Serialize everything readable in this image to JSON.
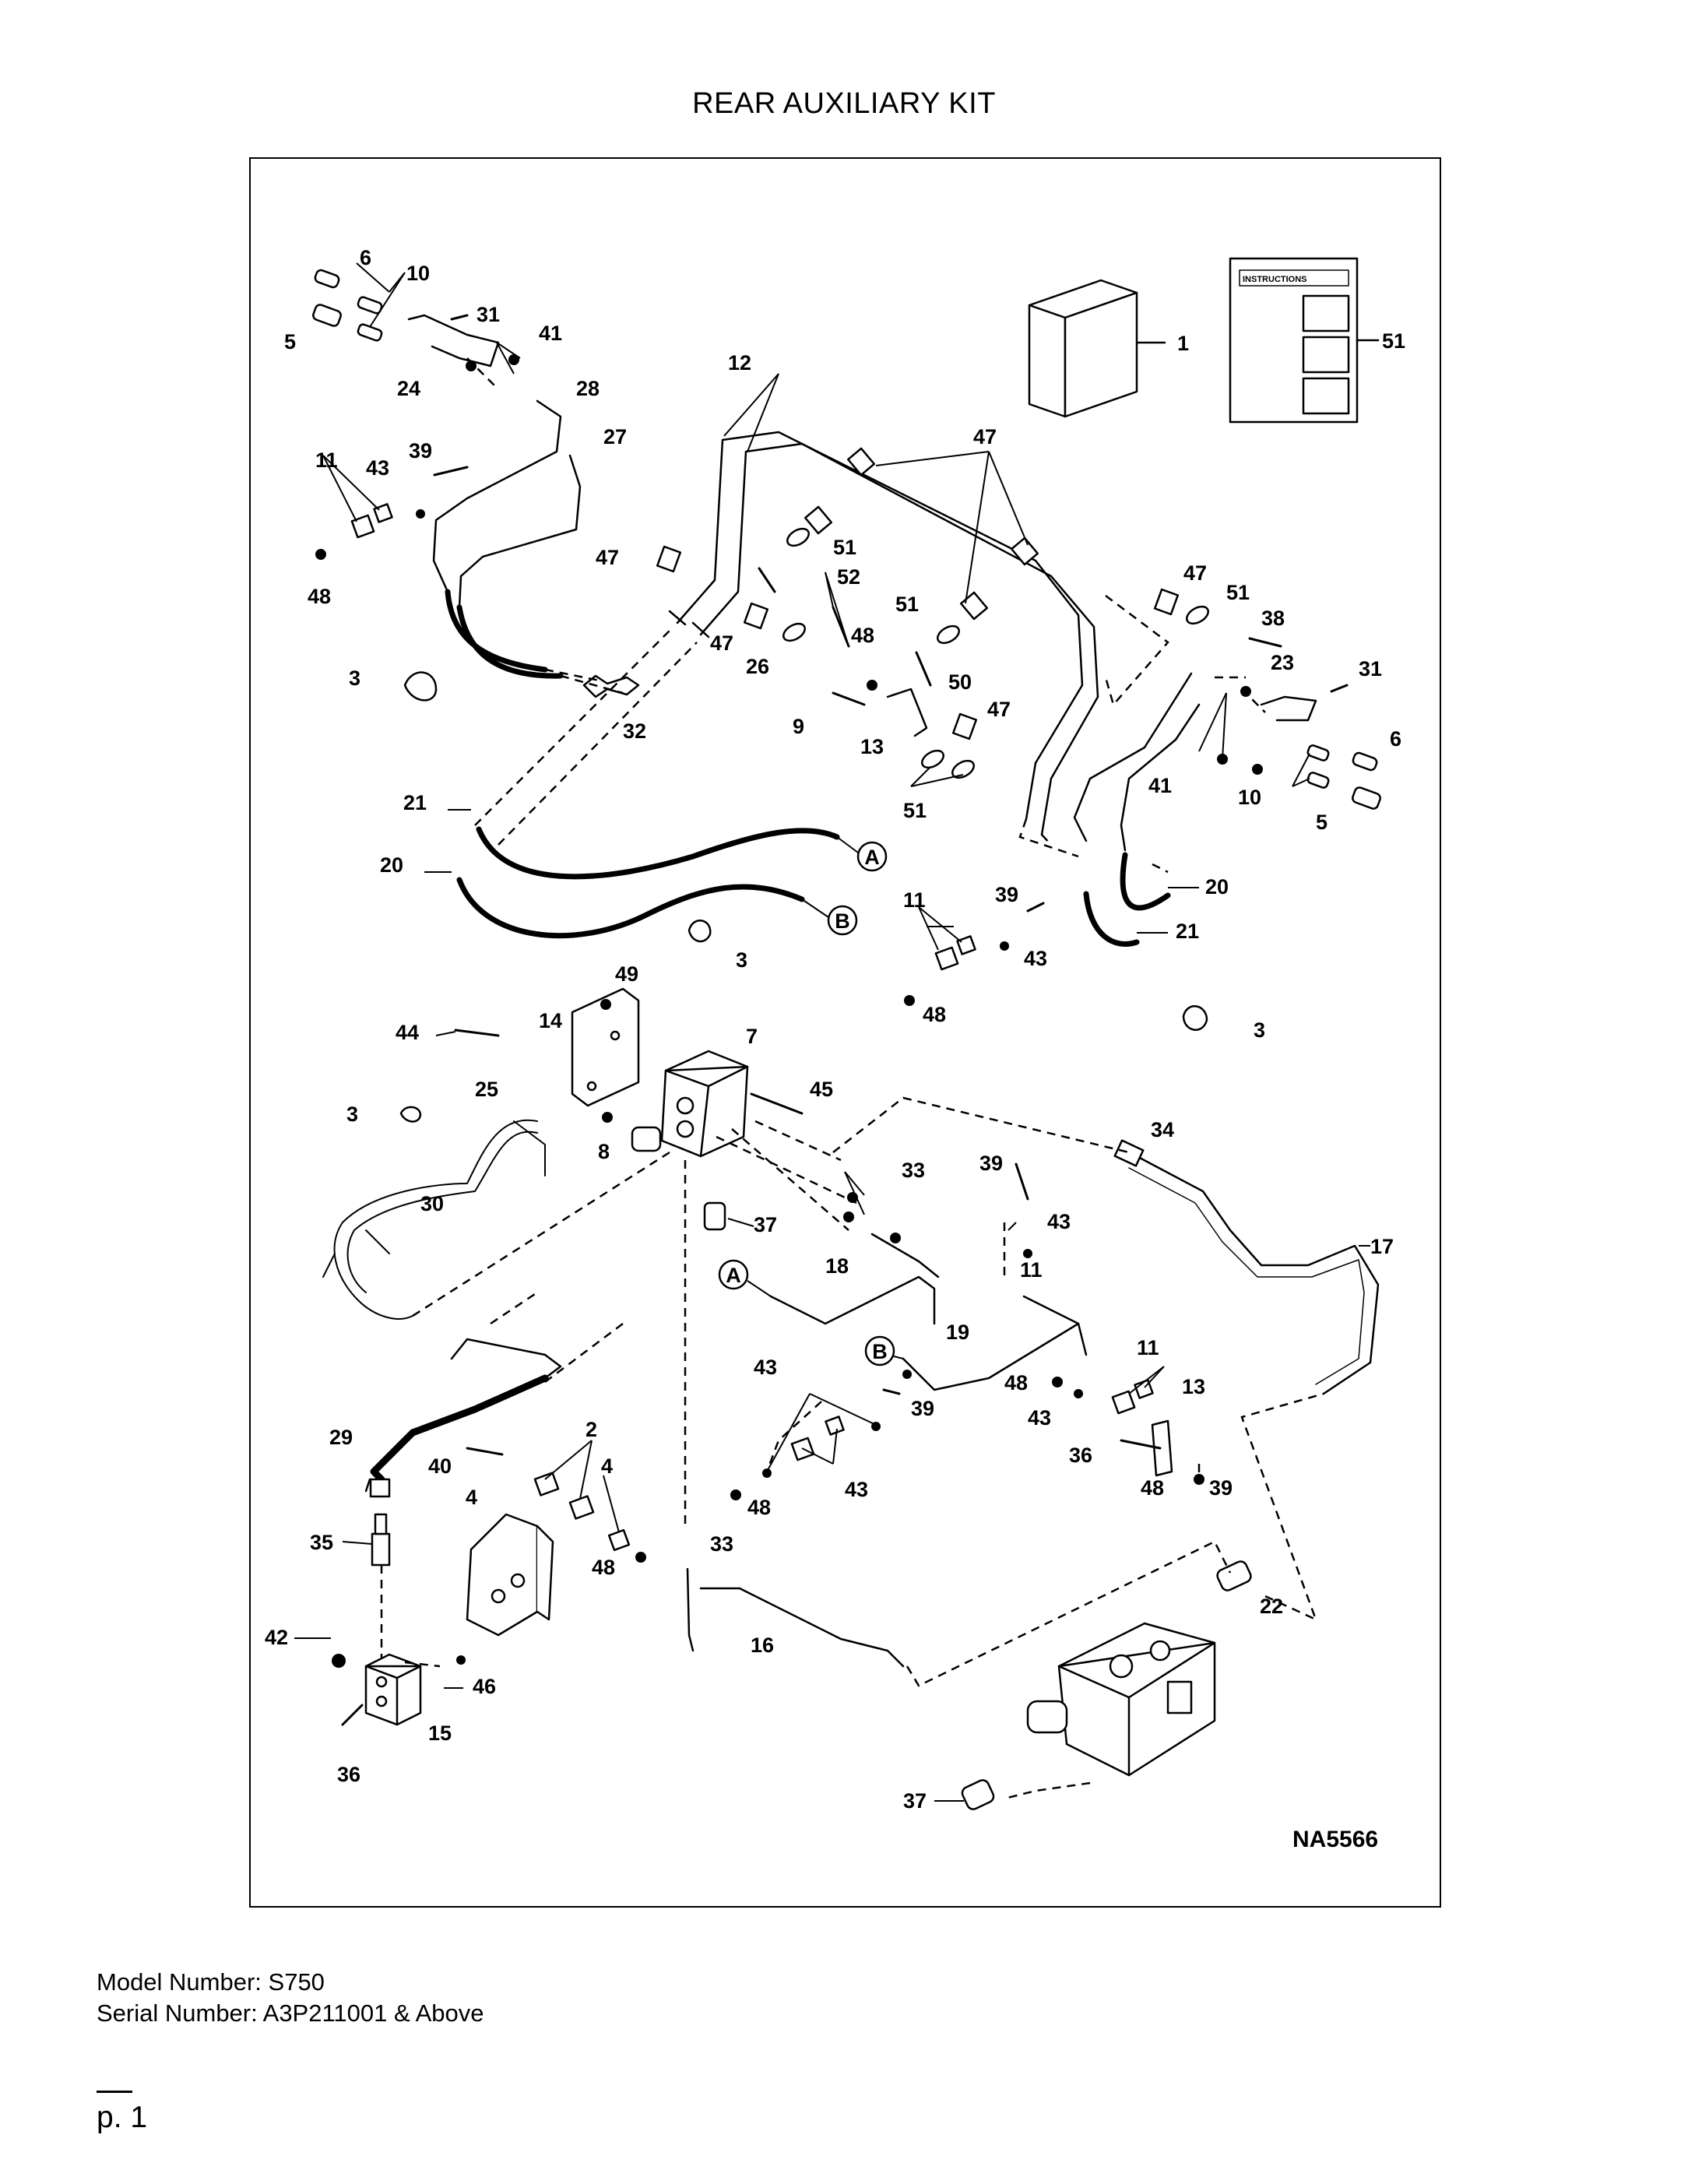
{
  "page": {
    "title": "REAR AUXILIARY KIT",
    "model_number": "Model Number: S750",
    "serial_number": "Serial Number: A3P211001 & Above",
    "page_number": "p. 1"
  },
  "diagram": {
    "figure_id": "NA5566",
    "instructions_label": "INSTRUCTIONS",
    "callouts": {
      "c1": "1",
      "c2": "2",
      "c3": "3",
      "c4": "4",
      "c5": "5",
      "c6": "6",
      "c7": "7",
      "c8": "8",
      "c9": "9",
      "c10": "10",
      "c11": "11",
      "c12": "12",
      "c13": "13",
      "c14": "14",
      "c15": "15",
      "c16": "16",
      "c17": "17",
      "c18": "18",
      "c19": "19",
      "c20": "20",
      "c21": "21",
      "c22": "22",
      "c23": "23",
      "c24": "24",
      "c25": "25",
      "c26": "26",
      "c27": "27",
      "c28": "28",
      "c29": "29",
      "c30": "30",
      "c31": "31",
      "c32": "32",
      "c33": "33",
      "c34": "34",
      "c35": "35",
      "c36": "36",
      "c37": "37",
      "c38": "38",
      "c39": "39",
      "c40": "40",
      "c41": "41",
      "c42": "42",
      "c43": "43",
      "c44": "44",
      "c45": "45",
      "c46": "46",
      "c47": "47",
      "c48": "48",
      "c49": "49",
      "c50": "50",
      "c51": "51",
      "c52": "52"
    },
    "connectors": {
      "a": "A",
      "b": "B"
    }
  }
}
